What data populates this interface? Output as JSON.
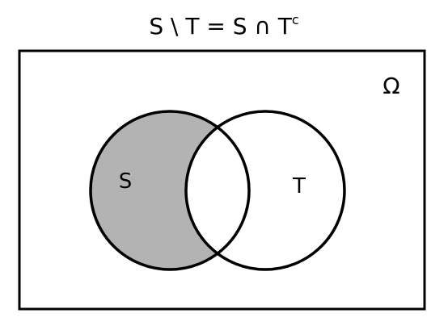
{
  "title": {
    "lhs": "S \\ T = S ∩ T",
    "superscript": "c"
  },
  "universe": {
    "label": "Ω"
  },
  "sets": [
    {
      "label": "S",
      "shaded": "only"
    },
    {
      "label": "T"
    }
  ],
  "colors": {
    "stroke": "#000000",
    "shade": "#b3b3b3",
    "background": "#ffffff"
  }
}
